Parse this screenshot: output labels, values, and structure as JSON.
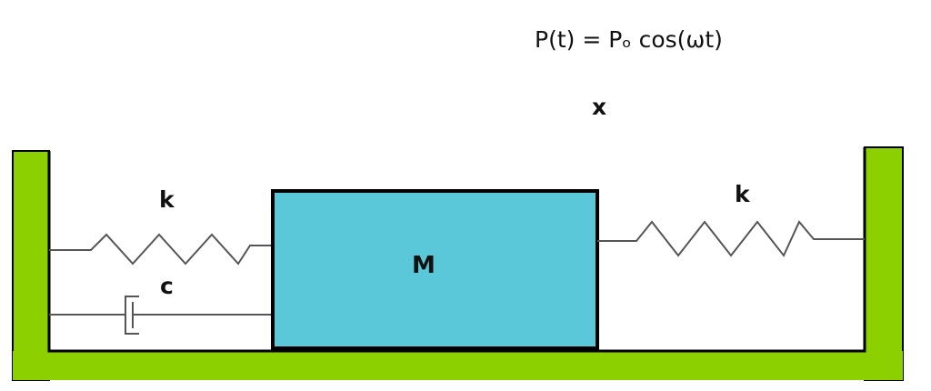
{
  "force_label": "P(t) = Pₒ cos(ωt)",
  "displacement_label": "x",
  "left_spring_label": "k",
  "right_spring_label": "k",
  "damper_label": "c",
  "mass_label": "M",
  "colors": {
    "frame": "#8CD000",
    "mass": "#5BC8D9",
    "outline": "#000000",
    "line": "#555555"
  }
}
